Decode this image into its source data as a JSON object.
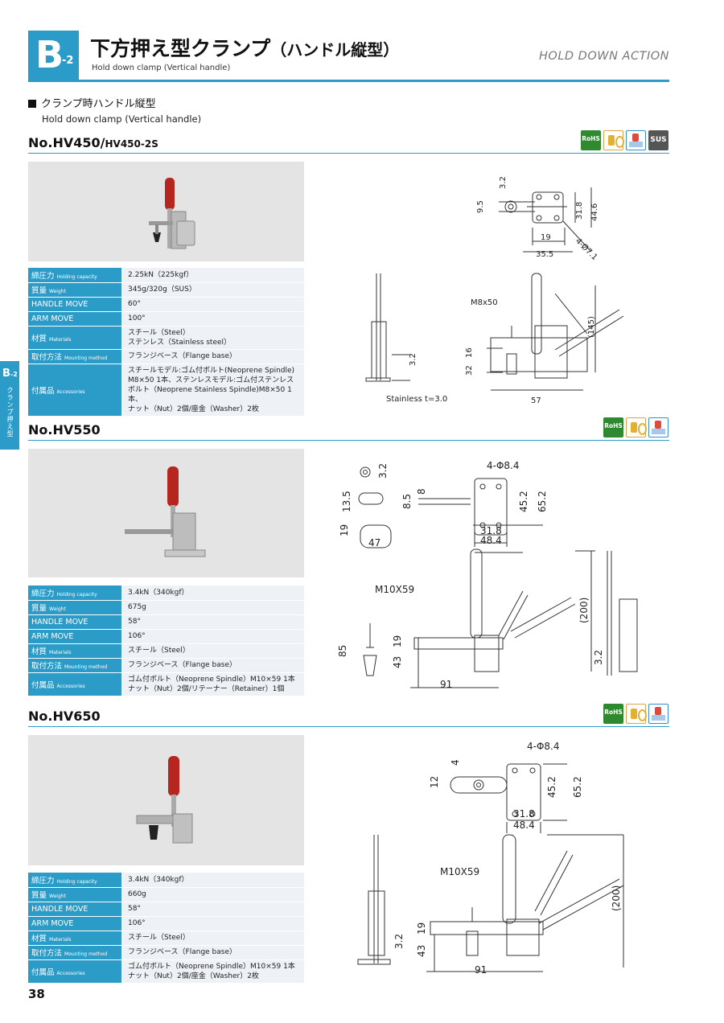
{
  "header": {
    "badge_letter": "B",
    "badge_sub": "-2",
    "title": "下方押え型クランプ",
    "title_paren": "（ハンドル縦型）",
    "subtitle": "Hold down clamp (Vertical handle)",
    "action_label": "HOLD DOWN ACTION"
  },
  "section": {
    "title_jp": "クランプ時ハンドル縦型",
    "title_en": "Hold down clamp (Vertical handle)"
  },
  "side_tab": {
    "letter": "B",
    "sub": "-2",
    "text": "クランプ押え型"
  },
  "icons": {
    "rohs": "RoHS",
    "sus": "SUS",
    "magnet": "magnet-icon",
    "patent": "patent-icon"
  },
  "colors": {
    "accent": "#2b9bc8",
    "table_bg": "#eef1f6",
    "handle": "#b5261e"
  },
  "products": [
    {
      "model": "No.HV450/",
      "model_sub": "HV450-2S",
      "specs": [
        {
          "key": "締圧力",
          "key_en": "Holding capacity",
          "value": "2.25kN（225kgf）"
        },
        {
          "key": "質量",
          "key_en": "Weight",
          "value": "345g/320g（SUS）"
        },
        {
          "key": "HANDLE MOVE",
          "key_en": "",
          "value": "60°"
        },
        {
          "key": "ARM MOVE",
          "key_en": "",
          "value": "100°"
        },
        {
          "key": "材質",
          "key_en": "Materials",
          "value": "スチール（Steel）\nステンレス（Stainless steel）"
        },
        {
          "key": "取付方法",
          "key_en": "Mounting method",
          "value": "フランジベース（Flange base）"
        },
        {
          "key": "付属品",
          "key_en": "Accessories",
          "value": "スチールモデル:ゴム付ボルト(Neoprene Spindle)\nM8×50 1本、ステンレスモデル:ゴム付ステンレスボルト（Neoprene Stainless Spindle)M8×50 1本、\nナット（Nut）2個/座金（Washer）2枚"
        }
      ],
      "dims": {
        "top_a": "3.2",
        "top_b": "9.5",
        "top_c": "31.8",
        "top_d": "44.6",
        "top_e": "19",
        "top_f": "35.5",
        "top_g": "4-Ø7.1",
        "bolt": "M8x50",
        "side_a": "3.2",
        "front_a": "16",
        "front_b": "32",
        "front_c": "57",
        "front_d": "(145)",
        "note": "Stainless t=3.0"
      }
    },
    {
      "model": "No.HV550",
      "model_sub": "",
      "specs": [
        {
          "key": "締圧力",
          "key_en": "Holding capacity",
          "value": "3.4kN（340kgf）"
        },
        {
          "key": "質量",
          "key_en": "Weight",
          "value": "675g"
        },
        {
          "key": "HANDLE MOVE",
          "key_en": "",
          "value": "58°"
        },
        {
          "key": "ARM MOVE",
          "key_en": "",
          "value": "106°"
        },
        {
          "key": "材質",
          "key_en": "Materials",
          "value": "スチール（Steel）"
        },
        {
          "key": "取付方法",
          "key_en": "Mounting method",
          "value": "フランジベース（Flange base）"
        },
        {
          "key": "付属品",
          "key_en": "Accessories",
          "value": "ゴム付ボルト（Neoprene Spindle）M10×59 1本\nナット（Nut）2個/リテーナー（Retainer）1個"
        }
      ],
      "dims": {
        "holes": "4-Φ8.4",
        "a": "3.2",
        "b": "13.5",
        "c": "8.5",
        "d": "8",
        "e": "45.2",
        "f": "65.2",
        "g": "19",
        "h": "47",
        "i": "31.8",
        "j": "48.4",
        "bolt": "M10X59",
        "k": "85",
        "l": "43",
        "m": "19",
        "n": "91",
        "o": "(200)",
        "p": "3.2"
      }
    },
    {
      "model": "No.HV650",
      "model_sub": "",
      "specs": [
        {
          "key": "締圧力",
          "key_en": "Holding capacity",
          "value": "3.4kN（340kgf）"
        },
        {
          "key": "質量",
          "key_en": "Weight",
          "value": "660g"
        },
        {
          "key": "HANDLE MOVE",
          "key_en": "",
          "value": "58°"
        },
        {
          "key": "ARM MOVE",
          "key_en": "",
          "value": "106°"
        },
        {
          "key": "材質",
          "key_en": "Materials",
          "value": "スチール（Steel）"
        },
        {
          "key": "取付方法",
          "key_en": "Mounting method",
          "value": "フランジベース（Flange base）"
        },
        {
          "key": "付属品",
          "key_en": "Accessories",
          "value": "ゴム付ボルト（Neoprene Spindle）M10×59 1本\nナット（Nut）2個/座金（Washer）2枚"
        }
      ],
      "dims": {
        "holes": "4-Φ8.4",
        "a": "4",
        "b": "12",
        "c": "45.2",
        "d": "65.2",
        "e": "31.8",
        "f": "48.4",
        "bolt": "M10X59",
        "g": "19",
        "h": "43",
        "i": "3.2",
        "j": "91",
        "k": "(200)"
      }
    }
  ],
  "page_number": "38"
}
